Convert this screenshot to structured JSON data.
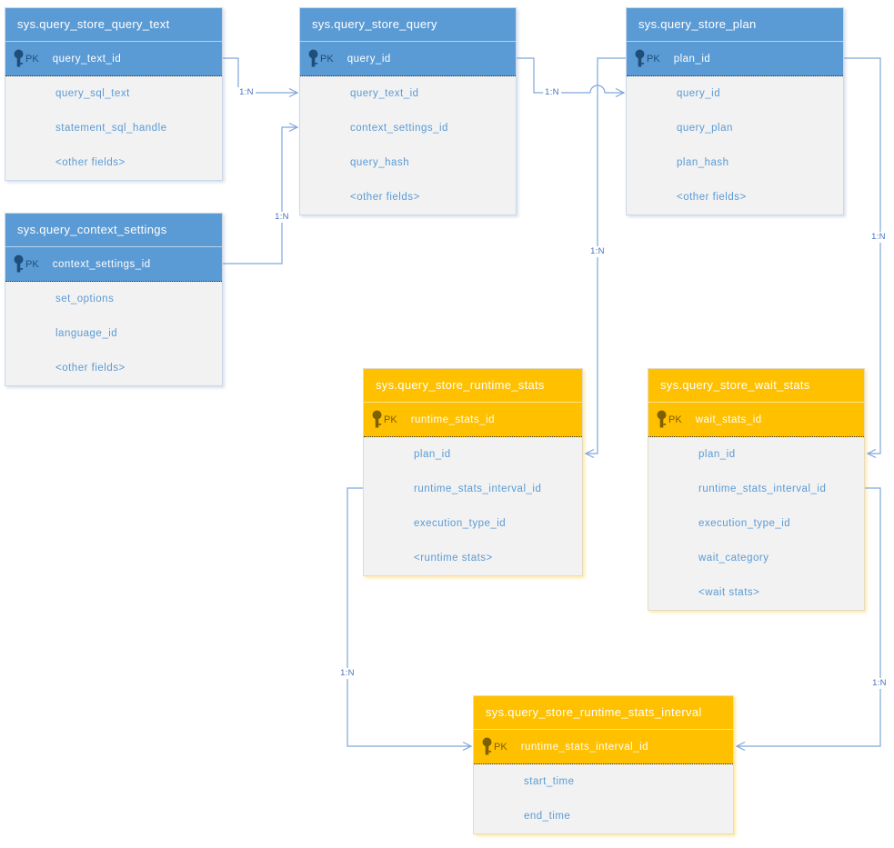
{
  "colors": {
    "blue_header": "#5B9BD5",
    "orange_header": "#FFC000",
    "blue_pk_accent": "#1F4E79",
    "orange_pk_accent": "#7F6000",
    "field_text": "#5B9BD5",
    "connector_line": "#7EA6DB",
    "relation_label_text": "#4472C4",
    "table_body": "#F2F2F2"
  },
  "tables": [
    {
      "name": "sys.query_store_query_text",
      "theme": "blue",
      "pk_label": "PK",
      "pk_field": "query_text_id",
      "fields": [
        "query_sql_text",
        "statement_sql_handle",
        "<other fields>"
      ]
    },
    {
      "name": "sys.query_store_query",
      "theme": "blue",
      "pk_label": "PK",
      "pk_field": "query_id",
      "fields": [
        "query_text_id",
        "context_settings_id",
        "query_hash",
        "<other fields>"
      ]
    },
    {
      "name": "sys.query_store_plan",
      "theme": "blue",
      "pk_label": "PK",
      "pk_field": "plan_id",
      "fields": [
        "query_id",
        "query_plan",
        "plan_hash",
        "<other fields>"
      ]
    },
    {
      "name": "sys.query_context_settings",
      "theme": "blue",
      "pk_label": "PK",
      "pk_field": "context_settings_id",
      "fields": [
        "set_options",
        "language_id",
        "<other fields>"
      ]
    },
    {
      "name": "sys.query_store_runtime_stats",
      "theme": "orange",
      "pk_label": "PK",
      "pk_field": "runtime_stats_id",
      "fields": [
        "plan_id",
        "runtime_stats_interval_id",
        "execution_type_id",
        "<runtime stats>"
      ]
    },
    {
      "name": "sys.query_store_wait_stats",
      "theme": "orange",
      "pk_label": "PK",
      "pk_field": "wait_stats_id",
      "fields": [
        "plan_id",
        "runtime_stats_interval_id",
        "execution_type_id",
        "wait_category",
        "<wait stats>"
      ]
    },
    {
      "name": "sys.query_store_runtime_stats_interval",
      "theme": "orange",
      "pk_label": "PK",
      "pk_field": "runtime_stats_interval_id",
      "fields": [
        "start_time",
        "end_time"
      ]
    }
  ],
  "connectors": [
    {
      "from": "query_store_query_text.query_text_id",
      "to": "query_store_query.query_text_id",
      "label": "1:N"
    },
    {
      "from": "query_context_settings.context_settings_id",
      "to": "query_store_query.context_settings_id",
      "label": "1:N"
    },
    {
      "from": "query_store_query.query_id",
      "to": "query_store_plan.query_id",
      "label": "1:N"
    },
    {
      "from": "query_store_plan.plan_id",
      "to": "query_store_runtime_stats.plan_id",
      "label": "1:N"
    },
    {
      "from": "query_store_plan.plan_id",
      "to": "query_store_wait_stats.plan_id",
      "label": "1:N"
    },
    {
      "from": "query_store_runtime_stats.runtime_stats_interval_id",
      "to": "query_store_runtime_stats_interval.runtime_stats_interval_id",
      "label": "1:N"
    },
    {
      "from": "query_store_wait_stats.runtime_stats_interval_id",
      "to": "query_store_runtime_stats_interval.runtime_stats_interval_id",
      "label": "1:N"
    }
  ]
}
